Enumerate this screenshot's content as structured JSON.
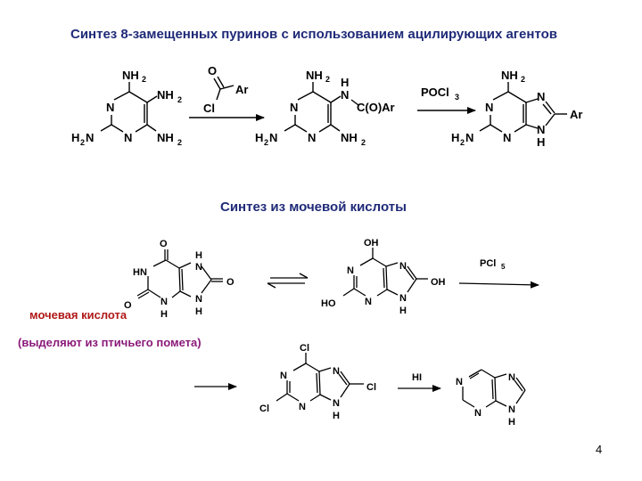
{
  "titles": {
    "acylation": "Синтез 8-замещенных пуринов с использованием ацилирующих агентов",
    "uric": "Синтез из мочевой кислоты"
  },
  "notes": {
    "uric_acid": "мочевая кислота",
    "source": "(выделяют из птичьего помета)"
  },
  "page_number": "4",
  "atoms": {
    "N": "N",
    "H": "H",
    "O": "O",
    "Cl": "Cl",
    "Ar": "Ar",
    "HN": "HN",
    "OH": "OH",
    "HO": "HO",
    "C_O_Ar": "C(O)Ar",
    "NH": "NH",
    "H2N": "H",
    "sub2": "2"
  },
  "reagents": {
    "pocl3_main": "POCl",
    "pocl3_sub": "3",
    "pcl5_main": "PCl",
    "pcl5_sub": "5",
    "hi": "HI"
  }
}
